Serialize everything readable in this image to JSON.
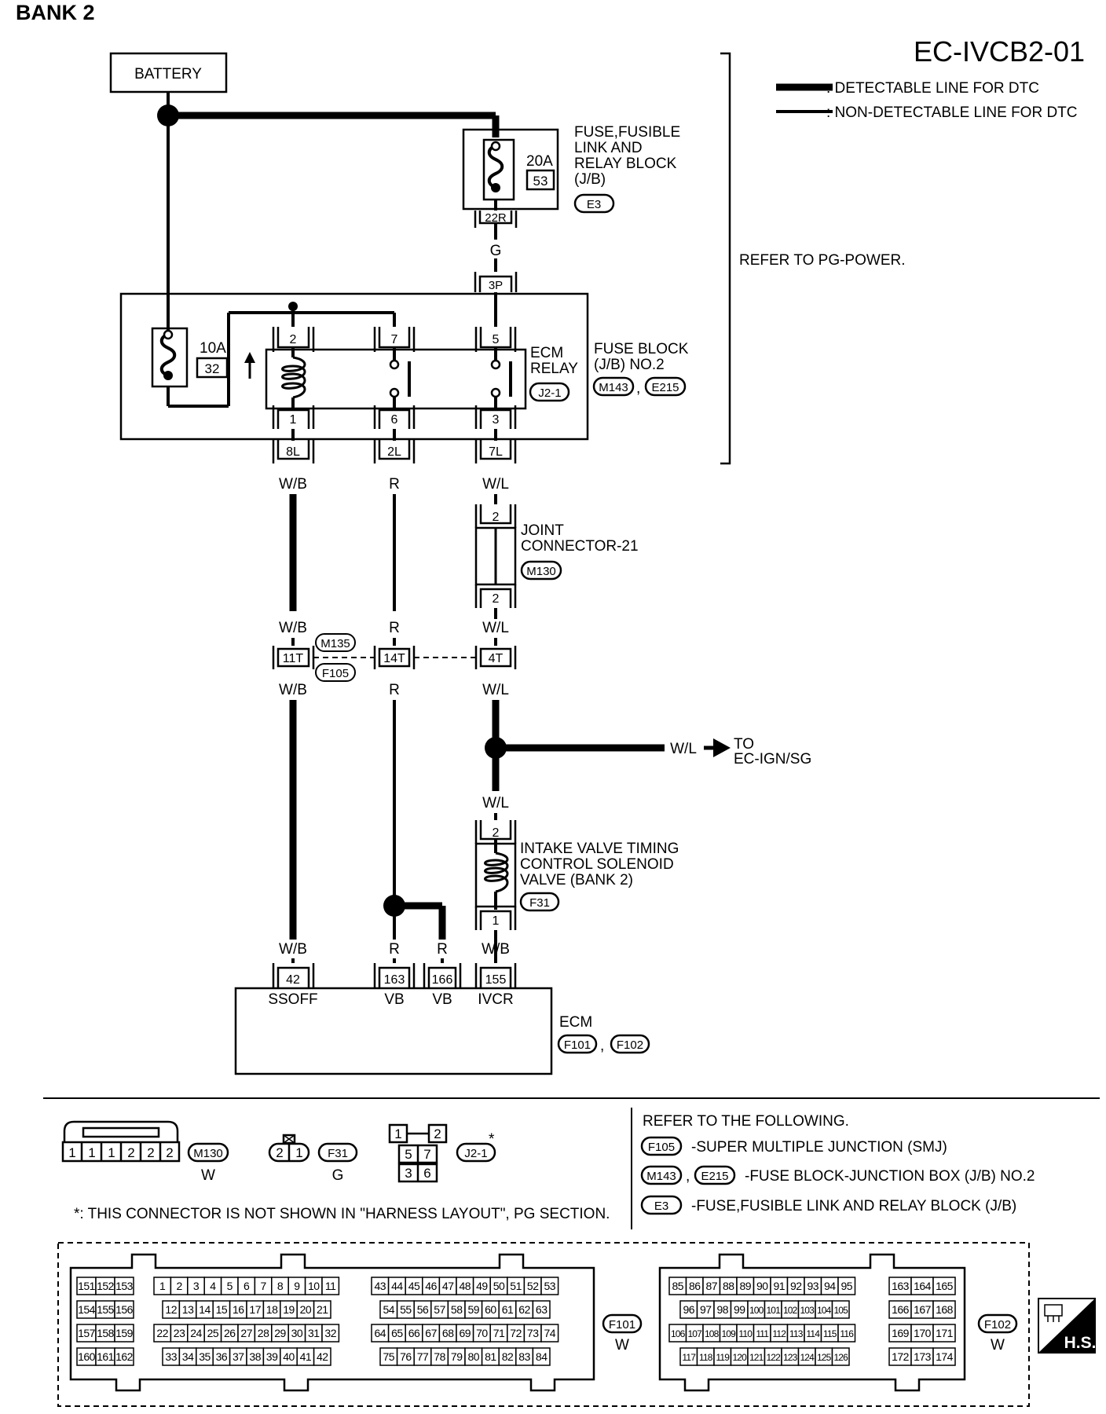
{
  "header": {
    "bank_label": "BANK 2",
    "diagram_code": "EC-IVCB2-01"
  },
  "legend": {
    "detectable": ": DETECTABLE LINE FOR DTC",
    "non_detectable": ": NON-DETECTABLE LINE FOR DTC"
  },
  "refer_pg_power": "REFER TO PG-POWER.",
  "battery": "BATTERY",
  "fuse_block_e3": {
    "label_lines": [
      "FUSE,FUSIBLE",
      "LINK AND",
      "RELAY BLOCK",
      "(J/B)"
    ],
    "connector": "E3",
    "fuse_rating": "20A",
    "fuse_number": "53",
    "terminal": "22R"
  },
  "wire_g": "G",
  "fuse_block_2": {
    "label_lines": [
      "FUSE BLOCK",
      "(J/B) NO.2"
    ],
    "connectors": [
      "M143",
      "E215"
    ],
    "sep": ",",
    "terminal_top": "3P",
    "fuse_rating": "10A",
    "fuse_number": "32",
    "bottom_terminals": [
      "8L",
      "2L",
      "7L"
    ]
  },
  "ecm_relay": {
    "label_lines": [
      "ECM",
      "RELAY"
    ],
    "connector": "J2-1",
    "pins_top": [
      "2",
      "7",
      "5"
    ],
    "pins_bottom": [
      "1",
      "6",
      "3"
    ]
  },
  "wires": {
    "wb": "W/B",
    "r": "R",
    "wl": "W/L"
  },
  "joint_connector": {
    "label_lines": [
      "JOINT",
      "CONNECTOR-21"
    ],
    "connector": "M130",
    "pin_top": "2",
    "pin_bottom": "2"
  },
  "smj": {
    "connectors": [
      "M135",
      "F105"
    ],
    "terminals": [
      "11T",
      "14T",
      "4T"
    ]
  },
  "to_ign": {
    "wire": "W/L",
    "label_lines": [
      "TO",
      "EC-IGN/SG"
    ]
  },
  "solenoid": {
    "label_lines": [
      "INTAKE VALVE TIMING",
      "CONTROL SOLENOID",
      "VALVE (BANK 2)"
    ],
    "connector": "F31",
    "pin_top": "2",
    "pin_bottom": "1"
  },
  "ecm": {
    "label": "ECM",
    "connectors": [
      "F101",
      "F102"
    ],
    "sep": ",",
    "terminals": [
      "42",
      "163",
      "166",
      "155"
    ],
    "names": [
      "SSOFF",
      "VB",
      "VB",
      "IVCR"
    ]
  },
  "connector_views": {
    "m130": {
      "pins": [
        "1",
        "1",
        "1",
        "2",
        "2",
        "2"
      ],
      "id": "M130",
      "color": "W"
    },
    "f31": {
      "pins": [
        "2",
        "1"
      ],
      "id": "F31",
      "color": "G"
    },
    "j21": {
      "pins": [
        "1",
        "2",
        "5",
        "7",
        "3",
        "6"
      ],
      "id": "J2-1",
      "star": "*"
    },
    "footnote": "*: THIS CONNECTOR IS NOT SHOWN IN \"HARNESS LAYOUT\", PG SECTION."
  },
  "refer": {
    "title": "REFER TO THE FOLLOWING.",
    "items": [
      {
        "codes": [
          "F105"
        ],
        "text": "-SUPER MULTIPLE JUNCTION (SMJ)"
      },
      {
        "codes": [
          "M143",
          "E215"
        ],
        "text": "-FUSE BLOCK-JUNCTION BOX (J/B) NO.2"
      },
      {
        "codes": [
          "E3"
        ],
        "text": "-FUSE,FUSIBLE LINK AND RELAY BLOCK (J/B)"
      }
    ]
  },
  "ecm_connectors": {
    "f101": {
      "id": "F101",
      "color": "W",
      "rows": [
        [
          "151",
          "152",
          "153",
          "1",
          "2",
          "3",
          "4",
          "5",
          "6",
          "7",
          "8",
          "9",
          "10",
          "11",
          "43",
          "44",
          "45",
          "46",
          "47",
          "48",
          "49",
          "50",
          "51",
          "52",
          "53"
        ],
        [
          "154",
          "155",
          "156",
          "12",
          "13",
          "14",
          "15",
          "16",
          "17",
          "18",
          "19",
          "20",
          "21",
          "54",
          "55",
          "56",
          "57",
          "58",
          "59",
          "60",
          "61",
          "62",
          "63"
        ],
        [
          "157",
          "158",
          "159",
          "22",
          "23",
          "24",
          "25",
          "26",
          "27",
          "28",
          "29",
          "30",
          "31",
          "32",
          "64",
          "65",
          "66",
          "67",
          "68",
          "69",
          "70",
          "71",
          "72",
          "73",
          "74"
        ],
        [
          "160",
          "161",
          "162",
          "33",
          "34",
          "35",
          "36",
          "37",
          "38",
          "39",
          "40",
          "41",
          "42",
          "75",
          "76",
          "77",
          "78",
          "79",
          "80",
          "81",
          "82",
          "83",
          "84"
        ]
      ]
    },
    "f102": {
      "id": "F102",
      "color": "W",
      "rows": [
        [
          "85",
          "86",
          "87",
          "88",
          "89",
          "90",
          "91",
          "92",
          "93",
          "94",
          "95",
          "163",
          "164",
          "165"
        ],
        [
          "96",
          "97",
          "98",
          "99",
          "100",
          "101",
          "102",
          "103",
          "104",
          "105",
          "166",
          "167",
          "168"
        ],
        [
          "106",
          "107",
          "108",
          "109",
          "110",
          "111",
          "112",
          "113",
          "114",
          "115",
          "116",
          "169",
          "170",
          "171"
        ],
        [
          "117",
          "118",
          "119",
          "120",
          "121",
          "122",
          "123",
          "124",
          "125",
          "126",
          "172",
          "173",
          "174"
        ]
      ]
    }
  },
  "hs_label": "H.S."
}
